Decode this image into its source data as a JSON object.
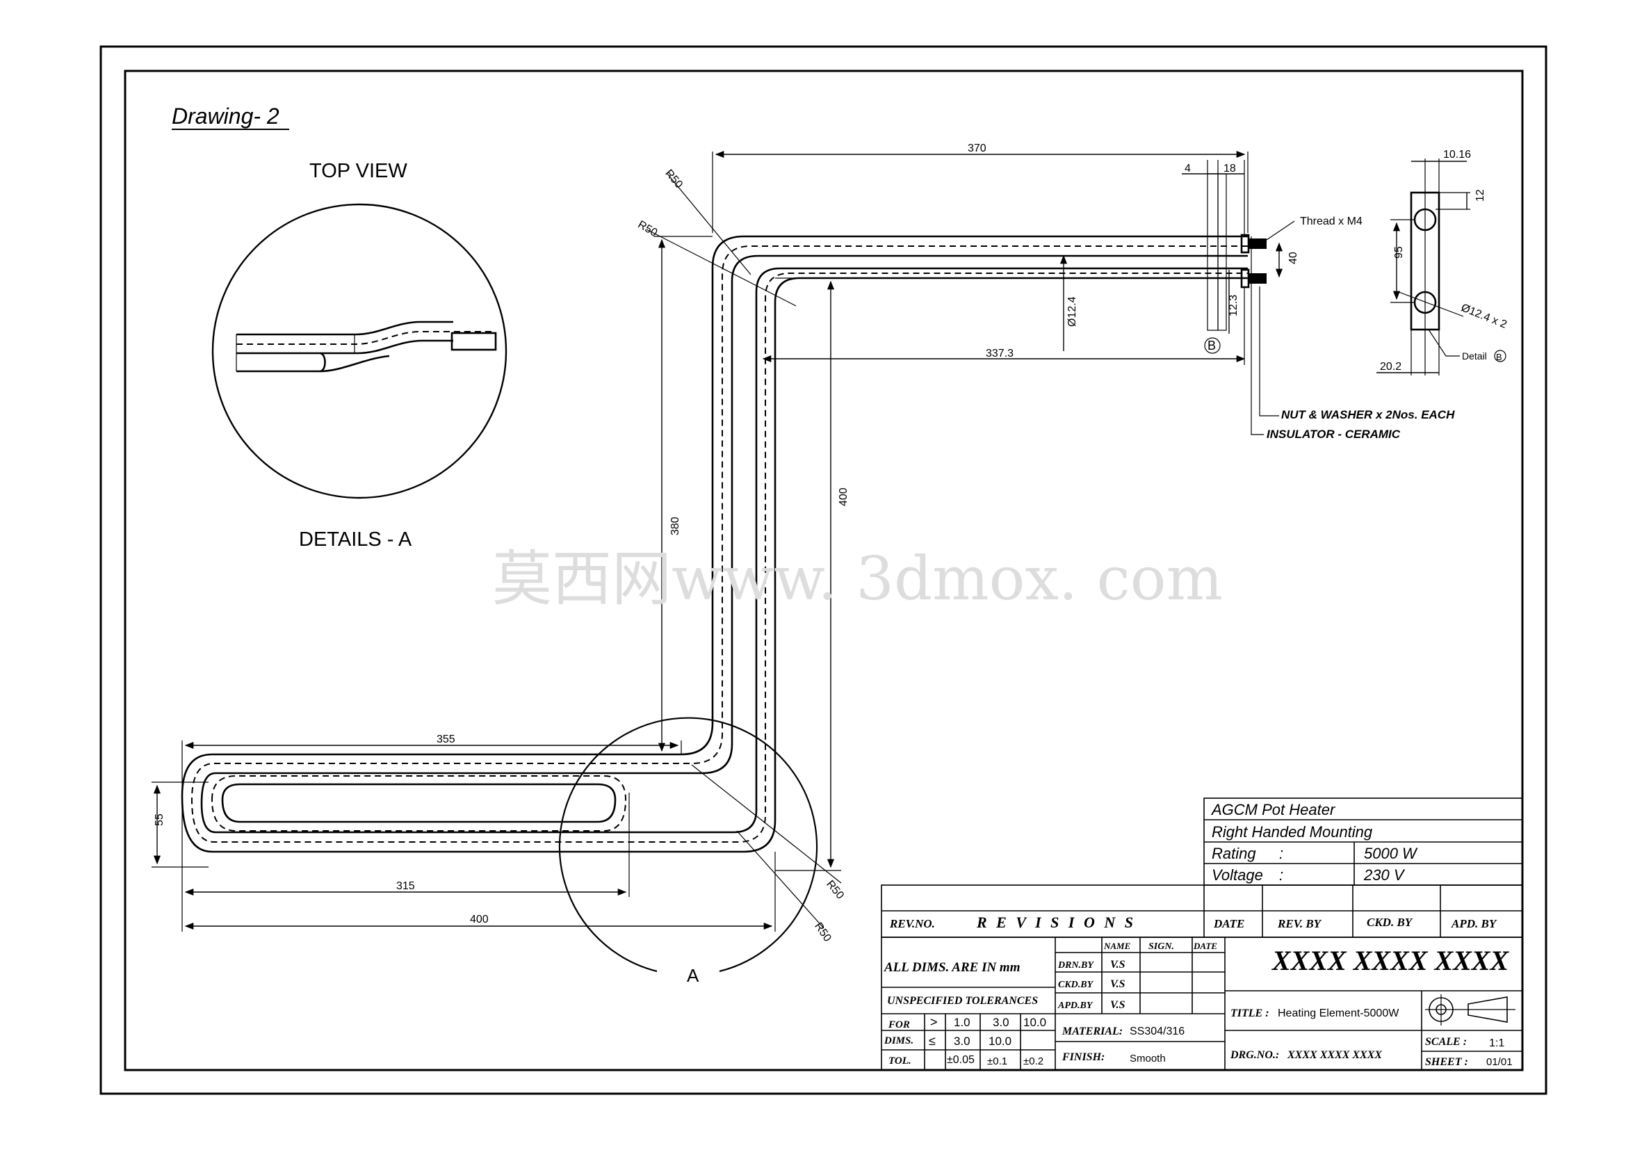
{
  "drawing_label": "Drawing- 2",
  "top_view_label": "TOP VIEW",
  "details_a_label": "DETAILS - A",
  "detail_a_marker": "A",
  "detail_b_marker": "B",
  "watermark": "莫西网www. 3dmox. com",
  "dimensions": {
    "d370": "370",
    "d4": "4",
    "d18": "18",
    "d40": "40",
    "d12_4": "Ø12.4",
    "d12_3": "12.3",
    "d337_3": "337.3",
    "d380": "380",
    "d400v": "400",
    "d355": "355",
    "d55": "55",
    "d315": "315",
    "d400h": "400",
    "r50_a": "R50",
    "r50_b": "R50",
    "r50_c": "R50",
    "r50_d": "R50",
    "d10_16": "10.16",
    "d12": "12",
    "d95": "95",
    "d20_2": "20.2",
    "hole": "Ø12.4 x 2",
    "detail_b": "Detail"
  },
  "callouts": {
    "thread": "Thread x M4",
    "nut": "NUT  &  WASHER x 2Nos. EACH",
    "insulator": "INSULATOR - CERAMIC"
  },
  "title_block": {
    "product": "AGCM Pot Heater",
    "mounting": "Right Handed Mounting",
    "rating_label": "Rating",
    "rating_colon": ":",
    "rating_value": "5000 W",
    "voltage_label": "Voltage",
    "voltage_colon": ":",
    "voltage_value": "230 V",
    "rev_no": "REV.NO.",
    "revisions": "R E V I S I O N S",
    "date": "DATE",
    "rev_by": "REV. BY",
    "ckd_by": "CKD. BY",
    "apd_by": "APD. BY",
    "all_dims": "ALL DIMS. ARE IN mm",
    "name": "NAME",
    "sign": "SIGN.",
    "date2": "DATE",
    "drn_by": "DRN.BY",
    "drn_name": "V.S",
    "ckd_by2": "CKD.BY",
    "ckd_name": "V.S",
    "apd_by2": "APD.BY",
    "apd_name": "V.S",
    "unspecified": "UNSPECIFIED TOLERANCES",
    "for_label": "FOR",
    "dims_label": "DIMS.",
    "tol_label": "TOL.",
    "gt": ">",
    "le": "≤",
    "gt_vals": [
      "1.0",
      "3.0",
      "10.0"
    ],
    "le_vals": [
      "3.0",
      "10.0"
    ],
    "tol_vals": [
      "±0.05",
      "±0.1",
      "±0.2"
    ],
    "material_label": "MATERIAL:",
    "material_value": "SS304/316",
    "finish_label": "FINISH:",
    "finish_value": "Smooth",
    "big_number": "XXXX  XXXX  XXXX",
    "title_label": "TITLE :",
    "title_value": "Heating  Element-5000W",
    "drg_no_label": "DRG.NO.:",
    "drg_no_value": "XXXX  XXXX  XXXX",
    "scale_label": "SCALE :",
    "scale_value": "1:1",
    "sheet_label": "SHEET :",
    "sheet_value": "01/01"
  }
}
